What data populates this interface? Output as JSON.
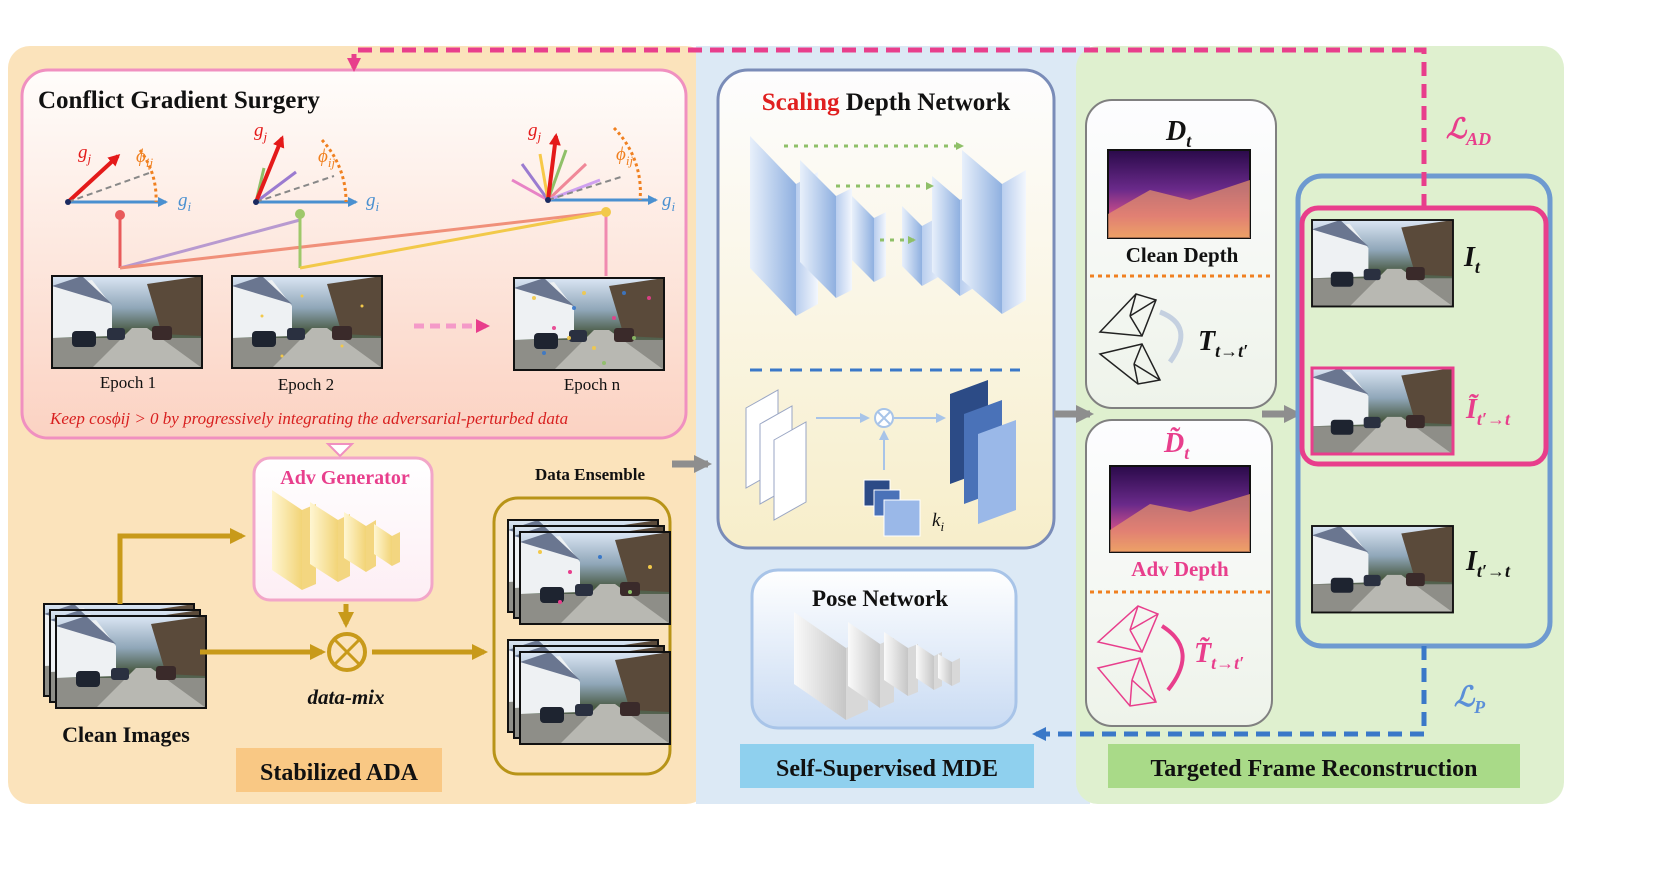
{
  "colors": {
    "magenta": "#e83e8c",
    "pink_border": "#f090c0",
    "orange_panel": "#fbe3bb",
    "blue_panel": "#dce9f5",
    "green_panel": "#dff0cf",
    "gold": "#c89a1a",
    "blue_line": "#3a78c8",
    "red_text": "#e02020",
    "loss_blue": "#5b8fd8"
  },
  "ada": {
    "surgery_title": "Conflict Gradient Surgery",
    "g_j": "g",
    "g_j_sub": "j",
    "g_i": "g",
    "g_i_sub": "i",
    "phi": "ϕ",
    "phi_sub": "ij",
    "epochs": [
      "Epoch 1",
      "Epoch 2",
      "Epoch n"
    ],
    "caption": "Keep cosϕij > 0 by progressively integrating the adversarial-perturbed data",
    "adv_generator": "Adv Generator",
    "data_ensemble": "Data Ensemble",
    "clean_images": "Clean Images",
    "data_mix": "data-mix",
    "panel_label": "Stabilized ADA"
  },
  "mde": {
    "title_red": "Scaling",
    "title_rest": " Depth Network",
    "k": "k",
    "k_sub": "i",
    "pose_network": "Pose Network",
    "panel_label": "Self-Supervised MDE"
  },
  "tfr": {
    "d_t": "D",
    "d_t_sub": "t",
    "clean_depth": "Clean Depth",
    "t_pose": "T",
    "t_pose_sub": "t→t′",
    "d_t_adv": "D̃",
    "d_t_adv_sub": "t",
    "adv_depth": "Adv Depth",
    "t_pose_adv": "T̃",
    "t_pose_adv_sub": "t→t′",
    "i_t": "I",
    "i_t_sub": "t",
    "i_tilde": "Ĩ",
    "i_tilde_sub": "t′→t",
    "i_tprime": "I",
    "i_tprime_sub": "t′→t",
    "panel_label": "Targeted Frame Reconstruction",
    "loss_ad": "ℒ",
    "loss_ad_sub": "AD",
    "loss_p": "ℒ",
    "loss_p_sub": "P"
  }
}
